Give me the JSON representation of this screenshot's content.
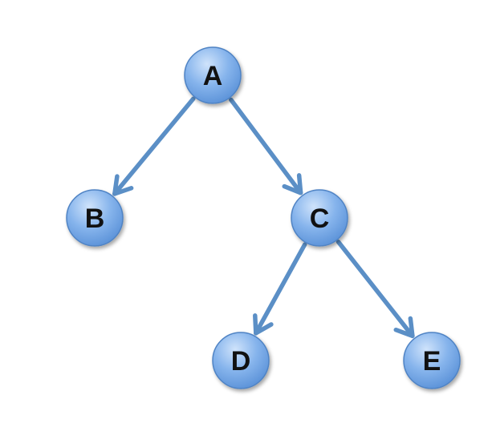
{
  "diagram": {
    "type": "tree",
    "colors": {
      "edge": "#5b8fc6",
      "node_light": "#cfe3fb",
      "node_mid": "#86b4ec",
      "node_dark": "#5f95da",
      "node_stroke": "#4f83c4",
      "label": "#111111"
    },
    "nodes": [
      {
        "id": "A",
        "label": "A"
      },
      {
        "id": "B",
        "label": "B"
      },
      {
        "id": "C",
        "label": "C"
      },
      {
        "id": "D",
        "label": "D"
      },
      {
        "id": "E",
        "label": "E"
      }
    ],
    "edges": [
      {
        "from": "A",
        "to": "B"
      },
      {
        "from": "A",
        "to": "C"
      },
      {
        "from": "C",
        "to": "D"
      },
      {
        "from": "C",
        "to": "E"
      }
    ]
  }
}
